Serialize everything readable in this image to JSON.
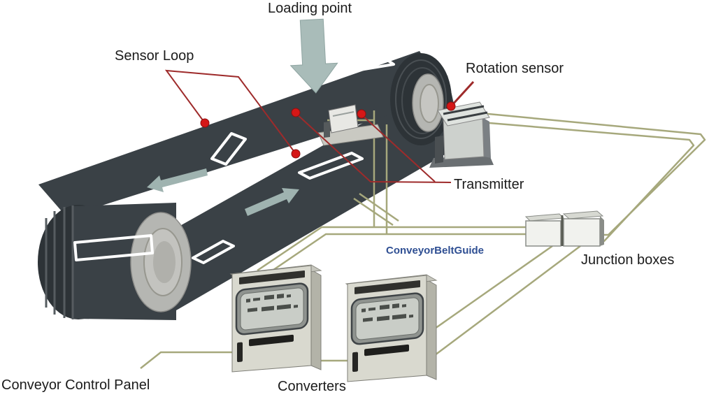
{
  "diagram": {
    "title_context": "Conveyor belt monitoring system diagram",
    "labels": {
      "loading_point": "Loading point",
      "sensor_loop": "Sensor Loop",
      "rotation_sensor": "Rotation sensor",
      "transmitter": "Transmitter",
      "junction_boxes": "Junction boxes",
      "converters": "Converters",
      "conveyor_control_panel": "Conveyor Control Panel",
      "watermark": "ConveyorBeltGuide"
    },
    "colors": {
      "background": "#ffffff",
      "belt": "#3a4146",
      "belt_dark": "#2d3337",
      "drum_face": "#b5b6b2",
      "loop_marker": "#ffffff",
      "flow_arrow": "#9fb3b0",
      "big_arrow": "#a9bcb9",
      "wire": "#a6a87c",
      "leader_line": "#9e2b2b",
      "marker_dot": "#d51717",
      "label_text": "#1b1b1b",
      "watermark_text": "#2f4f93",
      "cabinet_body": "#d9d9cf"
    },
    "icons": [
      "loading-arrow-icon",
      "sensor-loop-marker",
      "belt-direction-arrow-icon",
      "transmitter-device-icon",
      "rotation-sensor-device-icon",
      "junction-box-icon",
      "converter-cabinet-icon",
      "cable-line",
      "marker-dot"
    ]
  }
}
